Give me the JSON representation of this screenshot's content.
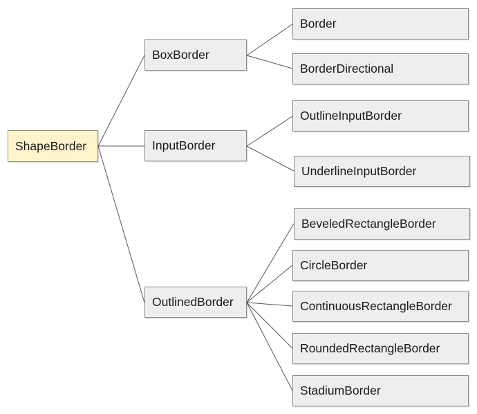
{
  "diagram": {
    "root": "ShapeBorder",
    "children": [
      {
        "label": "BoxBorder",
        "children": [
          "Border",
          "BorderDirectional"
        ]
      },
      {
        "label": "InputBorder",
        "children": [
          "OutlineInputBorder",
          "UnderlineInputBorder"
        ]
      },
      {
        "label": "OutlinedBorder",
        "children": [
          "BeveledRectangleBorder",
          "CircleBorder",
          "ContinuousRectangleBorder",
          "RoundedRectangleBorder",
          "StadiumBorder"
        ]
      }
    ]
  },
  "colors": {
    "root_fill": "#fff3cc",
    "node_fill": "#eeeeee",
    "edge": "#555555"
  }
}
